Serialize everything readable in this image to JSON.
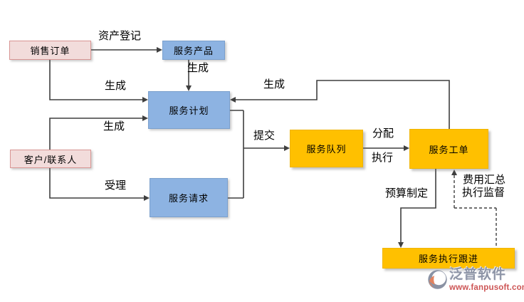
{
  "diagram": {
    "nodes": {
      "sales_order": "销售订单",
      "service_product": "服务产品",
      "service_plan": "服务计划",
      "customer_contact": "客户/联系人",
      "service_request": "服务请求",
      "service_queue": "服务队列",
      "service_work_order": "服务工单",
      "service_follow_up": "服务执行跟进"
    },
    "edge_labels": {
      "asset_registration": "资产登记",
      "generate_product_to_plan": "生成",
      "generate_sales_to_plan": "生成",
      "generate_customer_to_plan": "生成",
      "generate_work_order_to_plan": "生成",
      "accept": "受理",
      "submit": "提交",
      "assign": "分配",
      "execute": "执行",
      "budget_plan": "预算制定",
      "cost_summary": "费用汇总",
      "execution_supervision": "执行监督"
    },
    "colors": {
      "pink_fill": "#f2dcdb",
      "pink_border": "#d99694",
      "blue_fill": "#8db3e2",
      "blue_border": "#7ba0cd",
      "orange_fill": "#ffc000",
      "line": "#3f3f3f"
    }
  },
  "watermark": {
    "brand": "泛普软件",
    "url": "www.fanpusoft.com"
  }
}
